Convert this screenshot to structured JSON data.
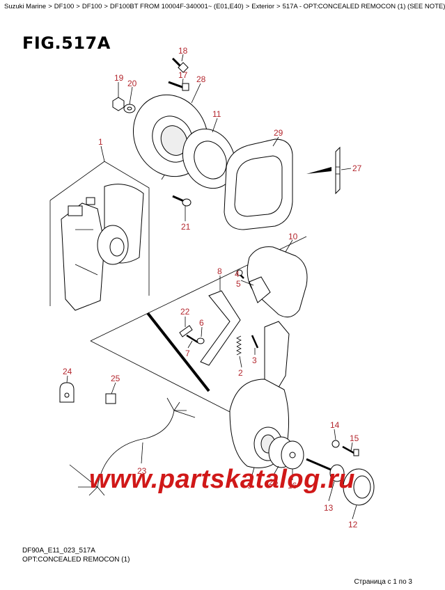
{
  "breadcrumb": [
    "Suzuki Marine",
    "DF100",
    "DF100",
    "DF100BT FROM 10004F-340001~ (E01,E40)",
    "Exterior",
    "517A - OPT:CONCEALED REMOCON (1) (SEE NOTE)"
  ],
  "separator": ">",
  "figure_title": "FIG.517A",
  "callouts": [
    "18",
    "17",
    "19",
    "20",
    "28",
    "11",
    "29",
    "27",
    "1",
    "21",
    "10",
    "4",
    "8",
    "5",
    "22",
    "6",
    "7",
    "3",
    "2",
    "24",
    "25",
    "23",
    "14",
    "15",
    "9",
    "26",
    "16",
    "13",
    "12"
  ],
  "code": "DF90A_E11_023_517A",
  "description": "OPT:CONCEALED REMOCON (1)",
  "footer": "Страница с 1 по 3",
  "watermark": "www.partskatalog.ru",
  "colors": {
    "callout": "#b3262d",
    "watermark": "#d01818"
  }
}
